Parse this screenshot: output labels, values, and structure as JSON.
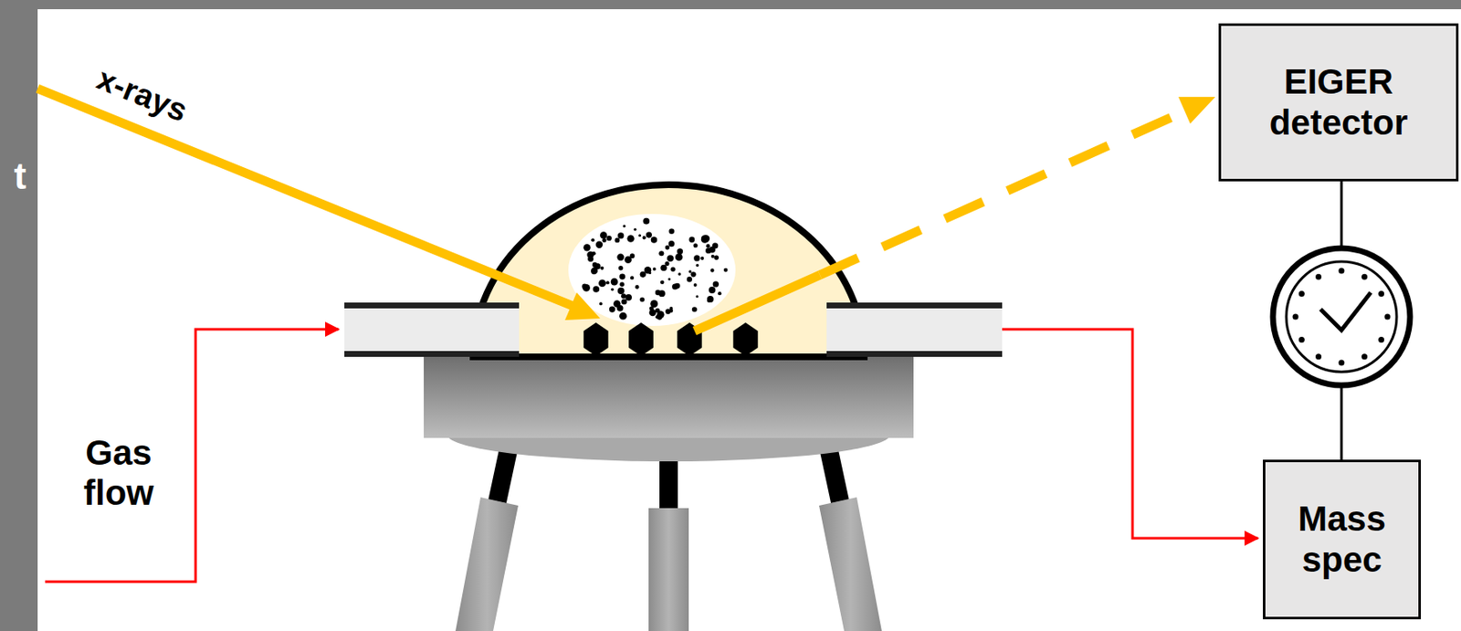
{
  "diagram": {
    "nodes": [
      {
        "text": [
          "EIGER detector"
        ]
      },
      {
        "text": [
          "Mass spec"
        ]
      }
    ],
    "edges": [
      {
        "from": 0,
        "to": 1,
        "arrow": "none"
      }
    ],
    "labels": [
      "t",
      "x-rays",
      "Gas flow"
    ]
  }
}
